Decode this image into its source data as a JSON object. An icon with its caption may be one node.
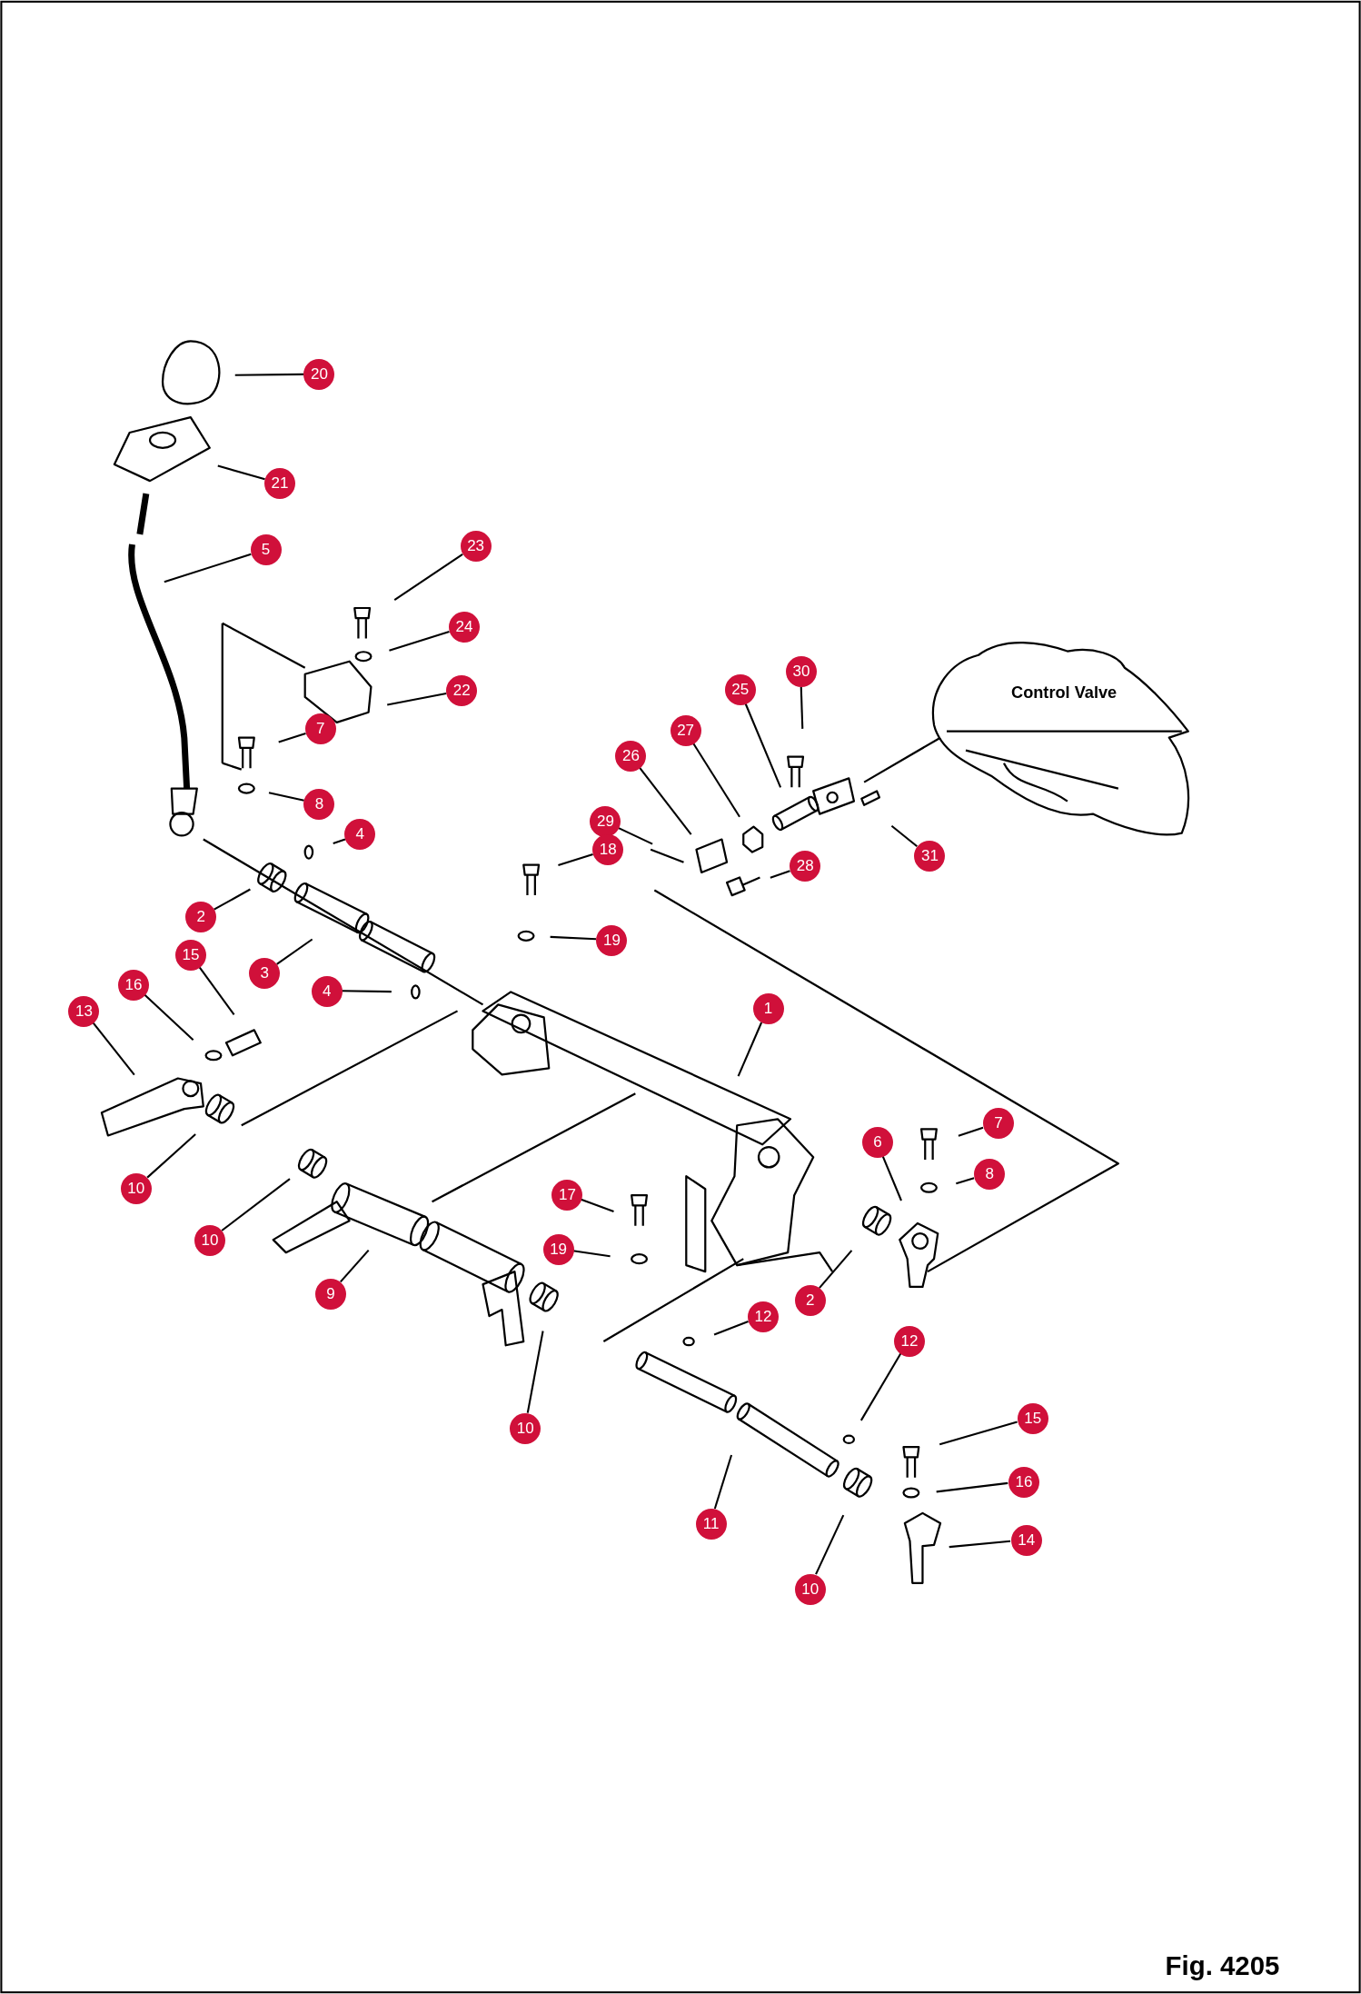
{
  "diagram": {
    "caption": "Fig. 4205",
    "nodes": [
      {
        "text": [
          "20"
        ]
      },
      {
        "text": [
          "21"
        ]
      },
      {
        "text": [
          "5"
        ]
      },
      {
        "text": [
          "23"
        ]
      },
      {
        "text": [
          "24"
        ]
      },
      {
        "text": [
          "22"
        ]
      },
      {
        "text": [
          "7"
        ]
      },
      {
        "text": [
          "30"
        ]
      },
      {
        "text": [
          "25"
        ]
      },
      {
        "text": [
          "27"
        ]
      },
      {
        "text": [
          "26"
        ]
      },
      {
        "text": [
          "29"
        ]
      },
      {
        "text": [
          "18"
        ]
      },
      {
        "text": [
          "28"
        ]
      },
      {
        "text": [
          "31"
        ]
      },
      {
        "text": [
          "8"
        ]
      },
      {
        "text": [
          "4"
        ]
      },
      {
        "text": [
          "2"
        ]
      },
      {
        "text": [
          "15"
        ]
      },
      {
        "text": [
          "3"
        ]
      },
      {
        "text": [
          "19"
        ]
      },
      {
        "text": [
          "4"
        ]
      },
      {
        "text": [
          "16"
        ]
      },
      {
        "text": [
          "1"
        ]
      },
      {
        "text": [
          "13"
        ]
      },
      {
        "text": [
          "6"
        ]
      },
      {
        "text": [
          "7"
        ]
      },
      {
        "text": [
          "8"
        ]
      },
      {
        "text": [
          "10"
        ]
      },
      {
        "text": [
          "17"
        ]
      },
      {
        "text": [
          "10"
        ]
      },
      {
        "text": [
          "19"
        ]
      },
      {
        "text": [
          "9"
        ]
      },
      {
        "text": [
          "2"
        ]
      },
      {
        "text": [
          "12"
        ]
      },
      {
        "text": [
          "12"
        ]
      },
      {
        "text": [
          "10"
        ]
      },
      {
        "text": [
          "15"
        ]
      },
      {
        "text": [
          "16"
        ]
      },
      {
        "text": [
          "11"
        ]
      },
      {
        "text": [
          "14"
        ]
      },
      {
        "text": [
          "10"
        ]
      }
    ],
    "edges": [
      {
        "from": 0,
        "to": null,
        "arrow": "none"
      },
      {
        "from": 1,
        "to": null,
        "arrow": "none"
      },
      {
        "from": 2,
        "to": null,
        "arrow": "none"
      },
      {
        "from": 3,
        "to": null,
        "arrow": "none"
      },
      {
        "from": 4,
        "to": null,
        "arrow": "none"
      },
      {
        "from": 5,
        "to": null,
        "arrow": "none"
      },
      {
        "from": 6,
        "to": null,
        "arrow": "none"
      },
      {
        "from": 7,
        "to": null,
        "arrow": "none"
      },
      {
        "from": 8,
        "to": null,
        "arrow": "none"
      },
      {
        "from": 9,
        "to": null,
        "arrow": "none"
      },
      {
        "from": 10,
        "to": null,
        "arrow": "none"
      },
      {
        "from": 11,
        "to": null,
        "arrow": "none"
      },
      {
        "from": 12,
        "to": null,
        "arrow": "none"
      },
      {
        "from": 13,
        "to": null,
        "arrow": "none"
      },
      {
        "from": 14,
        "to": null,
        "arrow": "none"
      },
      {
        "from": 15,
        "to": null,
        "arrow": "none"
      },
      {
        "from": 16,
        "to": null,
        "arrow": "none"
      },
      {
        "from": 17,
        "to": null,
        "arrow": "none"
      },
      {
        "from": 18,
        "to": null,
        "arrow": "none"
      },
      {
        "from": 19,
        "to": null,
        "arrow": "none"
      },
      {
        "from": 20,
        "to": null,
        "arrow": "none"
      },
      {
        "from": 21,
        "to": null,
        "arrow": "none"
      },
      {
        "from": 22,
        "to": null,
        "arrow": "none"
      },
      {
        "from": 23,
        "to": null,
        "arrow": "none"
      },
      {
        "from": 24,
        "to": null,
        "arrow": "none"
      },
      {
        "from": 25,
        "to": null,
        "arrow": "none"
      },
      {
        "from": 26,
        "to": null,
        "arrow": "none"
      },
      {
        "from": 27,
        "to": null,
        "arrow": "none"
      },
      {
        "from": 28,
        "to": null,
        "arrow": "none"
      },
      {
        "from": 29,
        "to": null,
        "arrow": "none"
      },
      {
        "from": 30,
        "to": null,
        "arrow": "none"
      },
      {
        "from": 31,
        "to": null,
        "arrow": "none"
      },
      {
        "from": 32,
        "to": null,
        "arrow": "none"
      },
      {
        "from": 33,
        "to": null,
        "arrow": "none"
      },
      {
        "from": 34,
        "to": null,
        "arrow": "none"
      },
      {
        "from": 35,
        "to": null,
        "arrow": "none"
      },
      {
        "from": 36,
        "to": null,
        "arrow": "none"
      },
      {
        "from": 37,
        "to": null,
        "arrow": "none"
      },
      {
        "from": 38,
        "to": null,
        "arrow": "none"
      },
      {
        "from": 39,
        "to": null,
        "arrow": "none"
      },
      {
        "from": 40,
        "to": null,
        "arrow": "none"
      },
      {
        "from": 41,
        "to": null,
        "arrow": "none"
      }
    ],
    "labels": [
      "Control Valve"
    ]
  }
}
